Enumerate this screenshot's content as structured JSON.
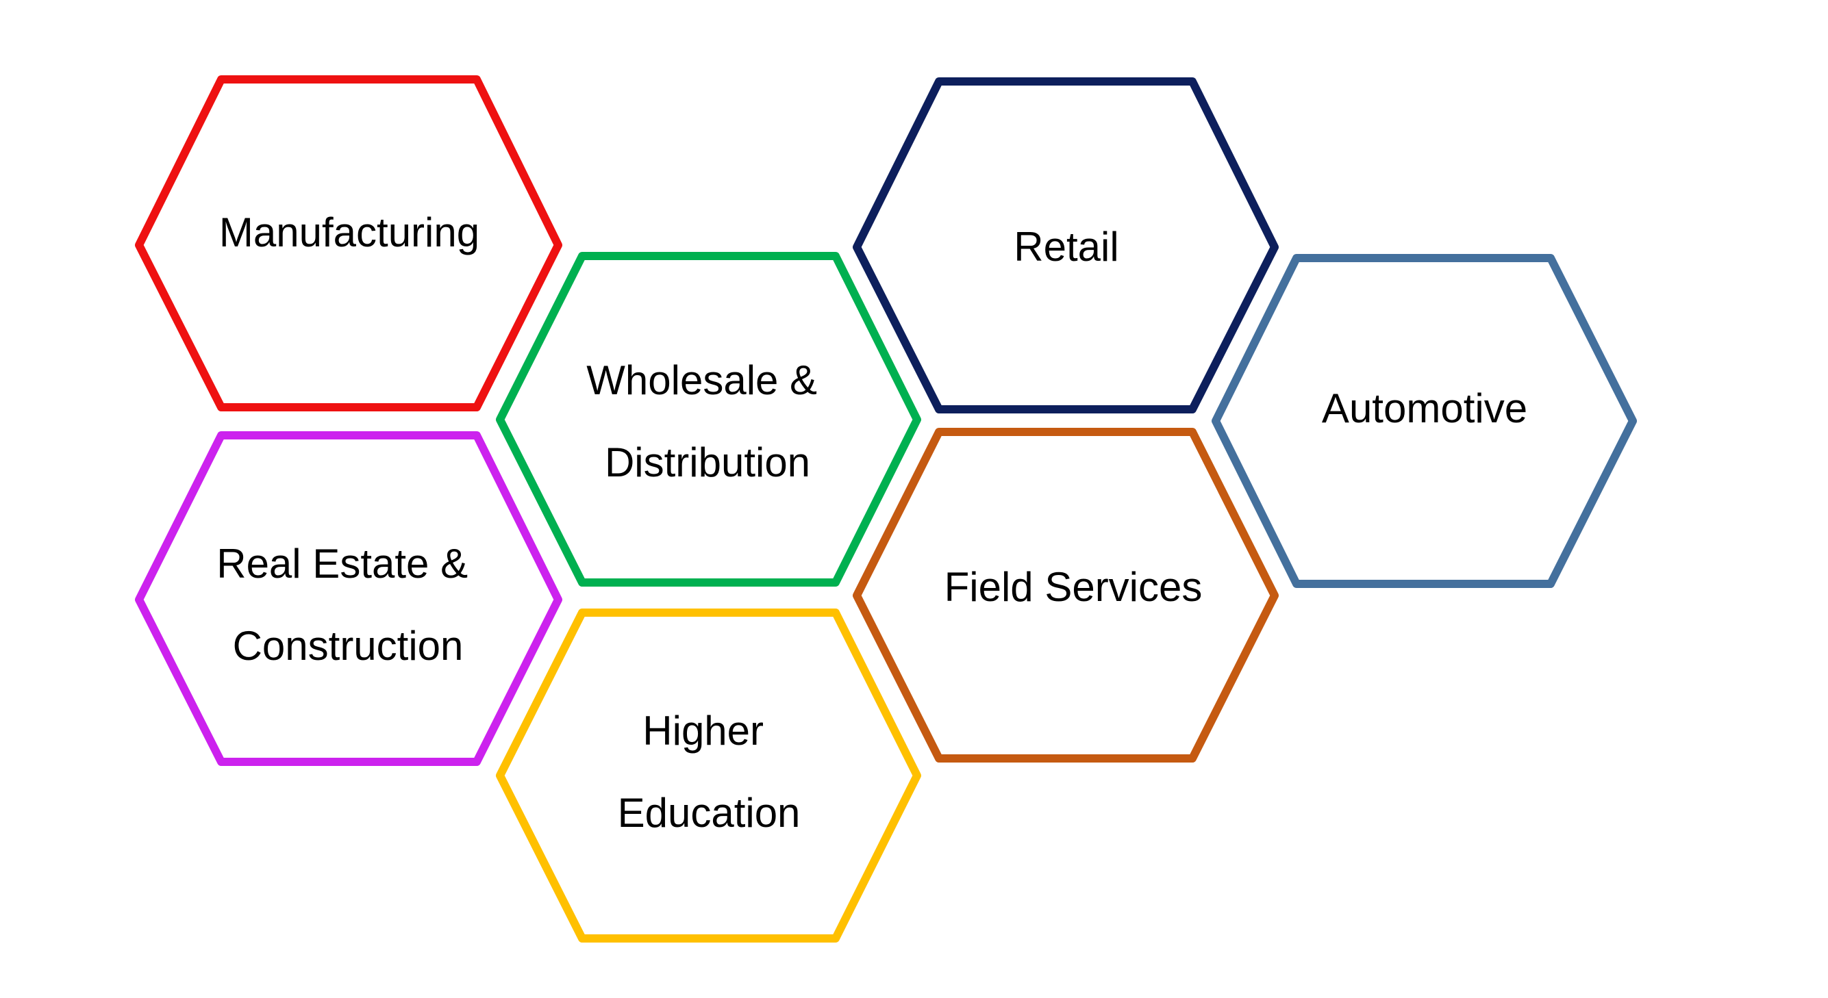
{
  "diagram": {
    "hexagons": [
      {
        "id": "manufacturing",
        "lines": [
          "Manufacturing"
        ],
        "color": "#EE1111"
      },
      {
        "id": "wholesale-distribution",
        "lines": [
          "Wholesale &",
          "Distribution"
        ],
        "color": "#00B050"
      },
      {
        "id": "retail",
        "lines": [
          "Retail"
        ],
        "color": "#0D1F5C"
      },
      {
        "id": "automotive",
        "lines": [
          "Automotive"
        ],
        "color": "#44709D"
      },
      {
        "id": "real-estate-construction",
        "lines": [
          "Real Estate &",
          "Construction"
        ],
        "color": "#CC22EE"
      },
      {
        "id": "field-services",
        "lines": [
          "Field Services"
        ],
        "color": "#C55A11"
      },
      {
        "id": "higher-education",
        "lines": [
          "Higher",
          "Education"
        ],
        "color": "#FFC000"
      }
    ]
  }
}
